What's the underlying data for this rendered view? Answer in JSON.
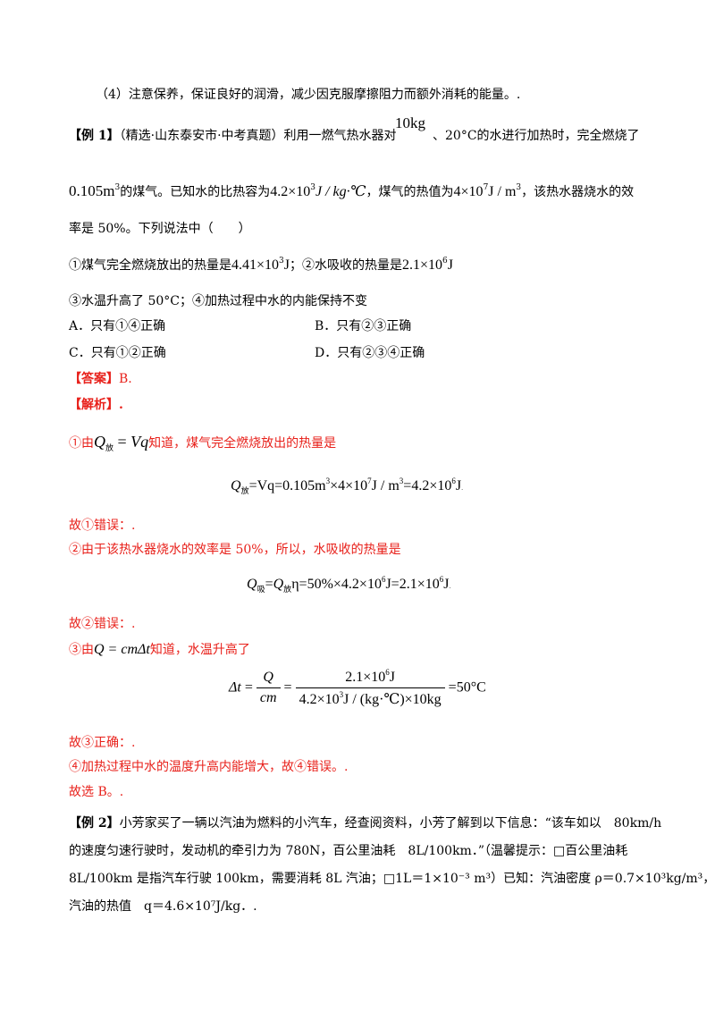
{
  "lines": {
    "l01": "（4）注意保养，保证良好的润滑，减少因克服摩擦阻力而额外消耗的能量。.",
    "l02_tag": "【例 1】",
    "l02_src": "（精选·山东泰安市·中考真题）利用一燃气热水器对",
    "l02_mass": "10kg",
    "l02_rest": "、20°C的水进行加热时，完全燃烧了",
    "l03_vol": "0.105m",
    "l03_a": "的煤气。已知水的比热容为",
    "l03_c": "4.2×10",
    "l03_c_unit": "J / kg·℃",
    "l03_b": "，煤气的热值为",
    "l03_q": "4×10",
    "l03_q_unit": "J / m",
    "l03_c2": "，该热水器烧水的效",
    "l04": "率是 50%。下列说法中（　　）",
    "l05_a": "①煤气完全燃烧放出的热量是",
    "l05_v1": "4.41×10",
    "l05_v1u": "J",
    "l05_b": "；②水吸收的热量是",
    "l05_v2": "2.1×10",
    "l05_v2u": "J",
    "l06": "③水温升高了 50°C；④加热过程中水的内能保持不变",
    "opt_a": "A．只有①④正确",
    "opt_b": "B．只有②③正确",
    "opt_c": "C．只有①②正确",
    "opt_d": "D．只有②③④正确",
    "answer_tag": "【答案】",
    "answer_val": "B.",
    "analysis_tag": "【解析】.",
    "s1_pre": "①由",
    "s1_post": "知道，煤气完全燃烧放出的热量是",
    "f1": "=Vq=0.105m",
    "f1b": "×4×10",
    "f1c": "J / m",
    "f1d": "=4.2×10",
    "f1e": "J",
    "s2": "故①错误：.",
    "s3": "②由于该热水器烧水的效率是 50%，所以，水吸收的热量是",
    "f2a": "=",
    "f2b": "η=50%×4.2×10",
    "f2c": "J=2.1×10",
    "f2d": "J",
    "s4": "故②错误：.",
    "s5_pre": "③由",
    "s5_formula": "Q = cmΔt",
    "s5_post": "知道，水温升高了",
    "f3_num2": "2.1×10",
    "f3_num2u": "J",
    "f3_den2": "4.2×10",
    "f3_den2u": "J / (kg·℃)×10kg",
    "f3_res": "=50°C",
    "s6": "故③正确：.",
    "s7": "④加热过程中水的温度升高内能增大，故④错误。.",
    "s8": "故选 B。.",
    "ex2_tag": "【例 2】",
    "ex2_l1": "小芳家买了一辆以汽油为燃料的小汽车，经查阅资料，小芳了解到以下信息：“该车如以　80km/h",
    "ex2_l2": "的速度匀速行驶时，发动机的牵引力为 780N，百公里油耗　8L/100km．”（温馨提示：□百公里油耗",
    "ex2_l3": "8L/100km 是指汽车行驶 100km，需要消耗 8L 汽油；□1L＝1×10⁻³ m³）已知：汽油密度 ρ＝0.7×10³kg/m³，",
    "ex2_l4": "汽油的热值　q＝4.6×10⁷J/kg．."
  },
  "colors": {
    "text": "#000000",
    "answer_red": "#e8211b"
  }
}
